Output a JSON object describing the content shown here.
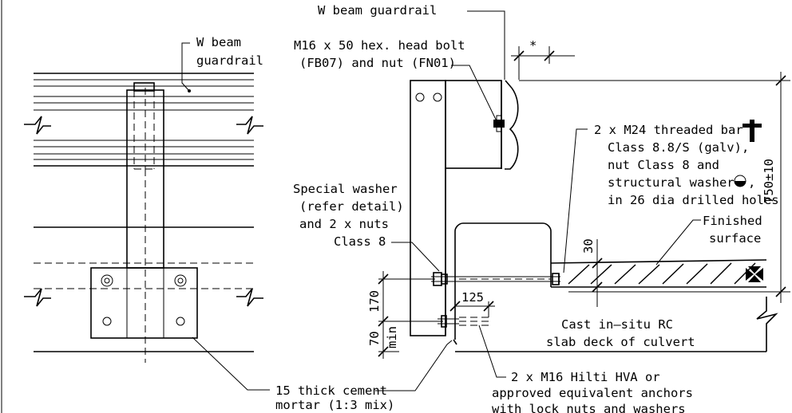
{
  "labels": {
    "w_beam_left_1": "W beam",
    "w_beam_left_2": "guardrail",
    "w_beam_top": "W beam guardrail",
    "star": "*",
    "bolt_1": "M16 x 50 hex. head bolt",
    "bolt_2": "(FB07) and nut (FN01)",
    "bar_1": "2 x M24 threaded bar",
    "bar_2": "Class 8.8/S (galv),",
    "bar_3": "nut Class 8 and",
    "bar_4": "structural washer",
    "bar_4b": ",",
    "bar_5": "in 26 dia drilled holes",
    "height": "750±10",
    "special_1": "Special washer",
    "special_2": "(refer detail)",
    "special_3": "and 2 x nuts",
    "special_4": "Class 8",
    "finished_1": "Finished",
    "finished_2": "surface",
    "dim_30": "30",
    "dim_125": "125",
    "dim_170": "170",
    "dim_70": "70",
    "dim_min": "min",
    "cast_1": "Cast in–situ RC",
    "cast_2": "slab deck of culvert",
    "mortar_1": "15 thick cement",
    "mortar_2": "mortar (1:3 mix)",
    "anchor_1": "2 x M16 Hilti HVA or",
    "anchor_2": "approved equivalent anchors",
    "anchor_3": "with lock nuts and washers"
  },
  "icons": [
    "cross-symbol-icon",
    "propeller-symbol-icon",
    "half-filled-circle-washer-icon"
  ]
}
